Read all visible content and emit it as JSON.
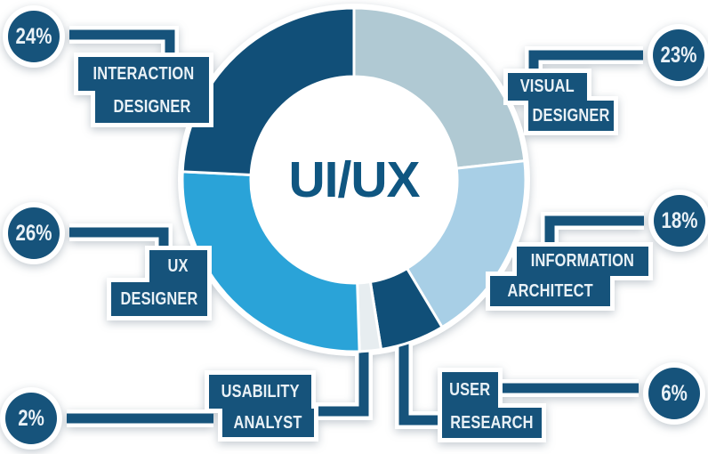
{
  "chart_data": {
    "type": "pie",
    "subtype": "donut",
    "title": "UI/UX",
    "center_label": "UI/UX",
    "direction": "clockwise",
    "start_angle_deg": 0,
    "categories": [
      "Visual Designer",
      "Information Architect",
      "User Research",
      "Usability Analyst",
      "UX Designer",
      "Interaction Designer"
    ],
    "values": [
      23,
      18,
      6,
      2,
      26,
      24
    ],
    "slices": [
      {
        "label": "Visual Designer",
        "value": 23,
        "color": "#b0c9d3"
      },
      {
        "label": "Information Architect",
        "value": 18,
        "color": "#a8cfe6"
      },
      {
        "label": "User Research",
        "value": 6,
        "color": "#104f78"
      },
      {
        "label": "Usability Analyst",
        "value": 2,
        "color": "#e7edf0"
      },
      {
        "label": "UX Designer",
        "value": 26,
        "color": "#2aa3d8"
      },
      {
        "label": "Interaction Designer",
        "value": 24,
        "color": "#114f78"
      }
    ],
    "legend_position": "callouts"
  },
  "callouts": [
    {
      "id": "interaction-designer",
      "line1": "INTERACTION",
      "line2": "DESIGNER",
      "pct": "24%"
    },
    {
      "id": "visual-designer",
      "line1": "VISUAL",
      "line2": "DESIGNER",
      "pct": "23%"
    },
    {
      "id": "ux-designer",
      "line1": "UX",
      "line2": "DESIGNER",
      "pct": "26%"
    },
    {
      "id": "information-architect",
      "line1": "INFORMATION",
      "line2": "ARCHITECT",
      "pct": "18%"
    },
    {
      "id": "usability-analyst",
      "line1": "USABILITY",
      "line2": "ANALYST",
      "pct": "2%"
    },
    {
      "id": "user-research",
      "line1": "USER",
      "line2": "RESEARCH",
      "pct": "6%"
    }
  ],
  "theme": {
    "label_bg": "#16537b",
    "label_text": "#e9f1f6",
    "connector": "#16537b",
    "center_text": "#0f5681",
    "outline": "#ffffff",
    "background": "#ffffff"
  }
}
